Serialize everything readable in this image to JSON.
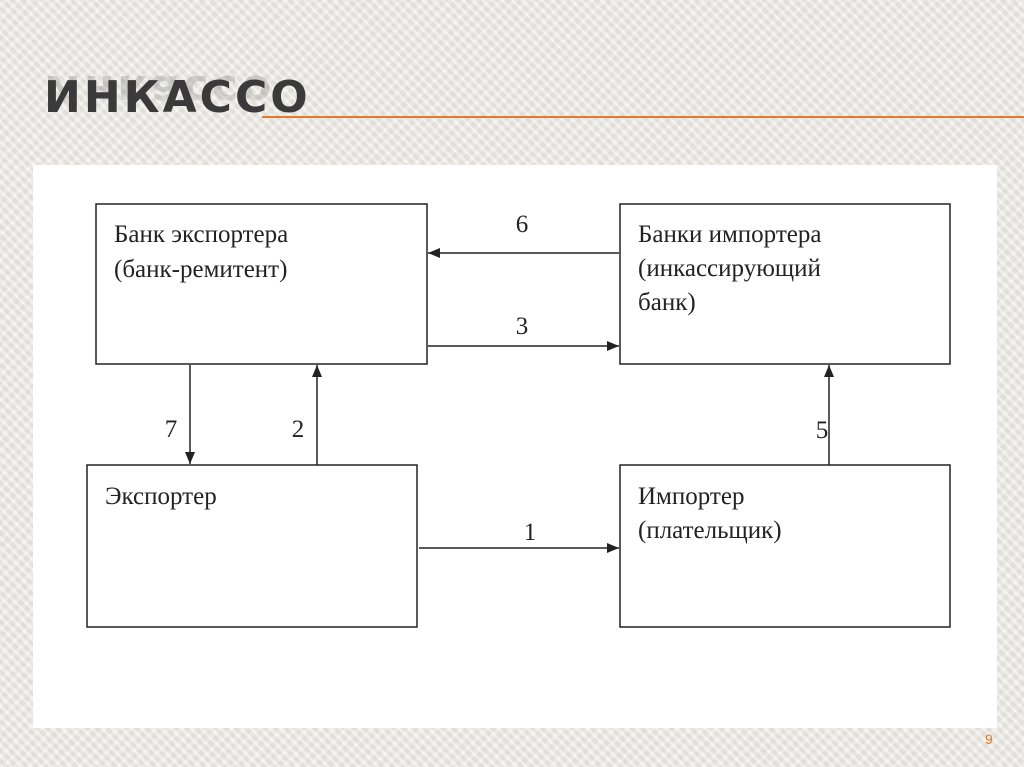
{
  "slide": {
    "title": "Инкассо",
    "page_number": "9",
    "accent_color": "#e37b2b"
  },
  "diagram": {
    "nodes": {
      "exporter_bank": {
        "lines": [
          "Банк экспортера",
          "(банк-ремитент)"
        ]
      },
      "importer_bank": {
        "lines": [
          "Банки импортера",
          "(инкассирующий",
          "банк)"
        ]
      },
      "exporter": {
        "lines": [
          "Экспортер"
        ]
      },
      "importer": {
        "lines": [
          "Импортер",
          "(плательщик)"
        ]
      }
    },
    "edges": [
      {
        "label": "1",
        "from": "exporter",
        "to": "importer"
      },
      {
        "label": "2",
        "from": "exporter",
        "to": "exporter_bank"
      },
      {
        "label": "3",
        "from": "exporter_bank",
        "to": "importer_bank"
      },
      {
        "label": "5",
        "from": "importer",
        "to": "importer_bank"
      },
      {
        "label": "6",
        "from": "importer_bank",
        "to": "exporter_bank"
      },
      {
        "label": "7",
        "from": "exporter_bank",
        "to": "exporter"
      }
    ]
  }
}
